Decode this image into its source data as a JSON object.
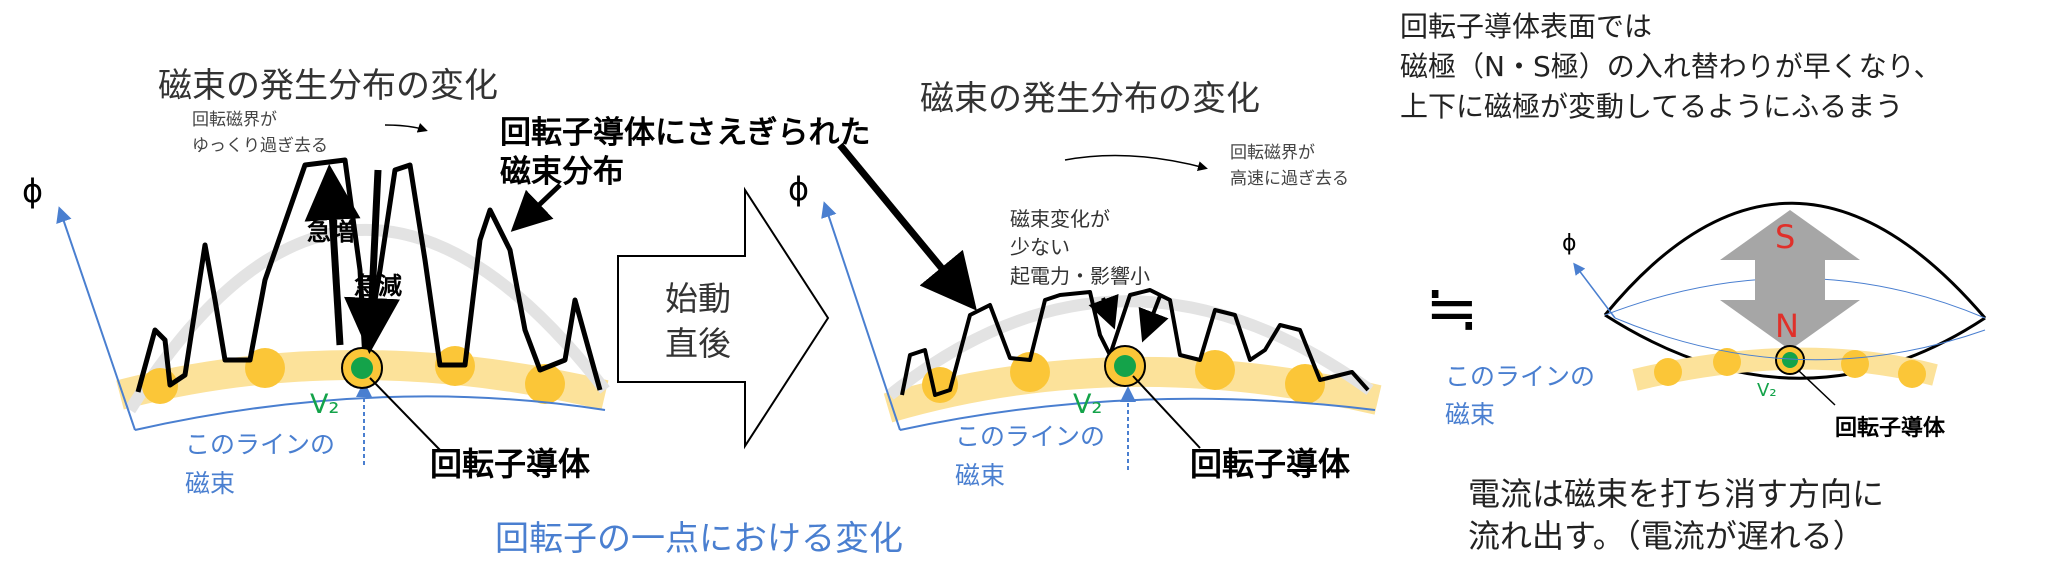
{
  "panel_left": {
    "title": "磁束の発生分布の変化",
    "phi_label": "ϕ",
    "field_note_line1": "回転磁界が",
    "field_note_line2": "ゆっくり過ぎ去る",
    "blocked_label_line1": "回転子導体にさえぎられた",
    "blocked_label_line2": "磁束分布",
    "sharp_increase": "急増",
    "sharp_decrease": "急減",
    "v2_label": "V₂",
    "line_flux_line1": "このラインの",
    "line_flux_line2": "磁束",
    "conductor_label": "回転子導体"
  },
  "arrow_box": {
    "line1": "始動",
    "line2": "直後"
  },
  "panel_middle": {
    "title": "磁束の発生分布の変化",
    "phi_label": "ϕ",
    "field_note_line1": "回転磁界が",
    "field_note_line2": "高速に過ぎ去る",
    "change_note_line1": "磁束変化が",
    "change_note_line2": "少ない",
    "change_note_line3": "起電力・影響小",
    "v2_label": "V₂",
    "line_flux_line1": "このラインの",
    "line_flux_line2": "磁束",
    "conductor_label": "回転子導体"
  },
  "bottom_caption": "回転子の一点における変化",
  "panel_right": {
    "top_note_line1": "回転子導体表面では",
    "top_note_line2": "磁極（N・S極）の入れ替わりが早くなり、",
    "top_note_line3": "上下に磁極が変動してるようにふるまう",
    "approx_symbol": "≒",
    "phi_label": "ϕ",
    "pole_s": "S",
    "pole_n": "N",
    "v2_label": "V₂",
    "line_flux_line1": "このラインの",
    "line_flux_line2": "磁束",
    "conductor_label": "回転子導体",
    "current_note_line1": "電流は磁束を打ち消す方向に",
    "current_note_line2": "流れ出す。（電流が遅れる）"
  },
  "colors": {
    "band": "#fcd96a",
    "conductor_dot": "#fbc638",
    "green": "#14a34a",
    "blue": "#4a7fd0",
    "gray_arc": "#e3e3e3",
    "pole_arrow": "#a6a6a6",
    "pole_text": "#e0302a"
  }
}
